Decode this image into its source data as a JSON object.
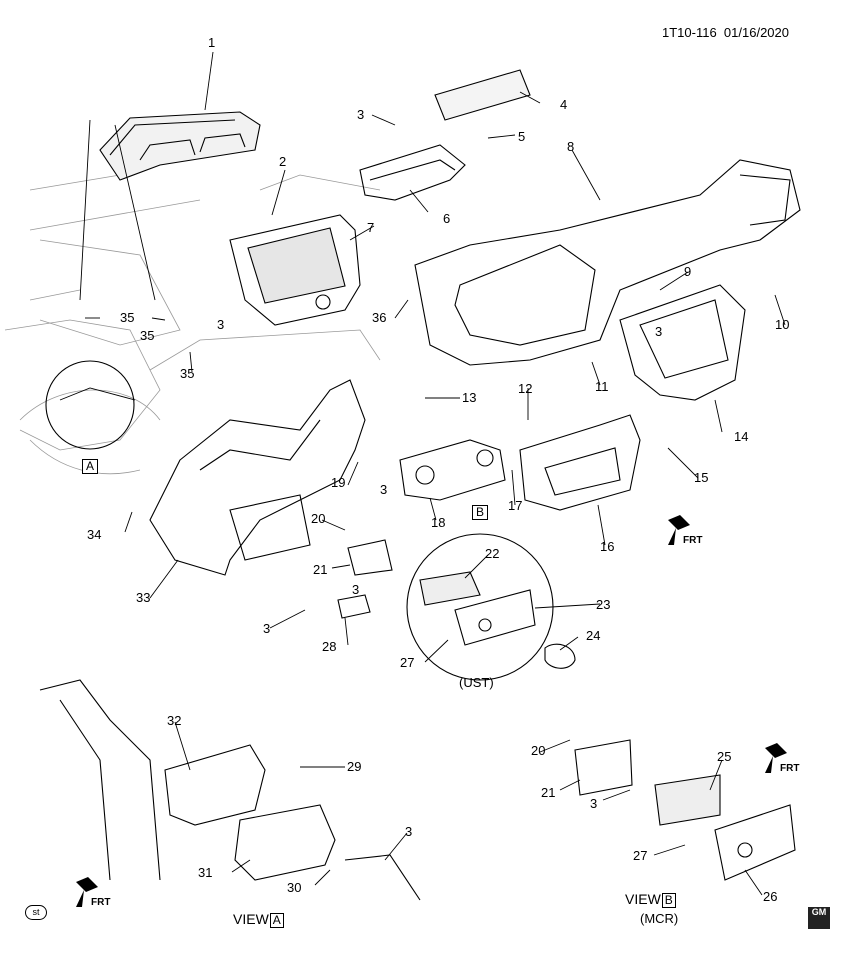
{
  "header": {
    "code": "1T10-116",
    "date": "01/16/2020"
  },
  "callouts": [
    "1",
    "2",
    "3",
    "3",
    "3",
    "3",
    "3",
    "3",
    "3",
    "3",
    "4",
    "5",
    "6",
    "7",
    "8",
    "9",
    "10",
    "11",
    "12",
    "13",
    "14",
    "15",
    "16",
    "17",
    "18",
    "19",
    "20",
    "20",
    "21",
    "21",
    "22",
    "23",
    "24",
    "25",
    "26",
    "27",
    "27",
    "28",
    "29",
    "30",
    "31",
    "32",
    "33",
    "34",
    "35",
    "35",
    "35",
    "36"
  ],
  "views": {
    "a": {
      "label": "VIEW",
      "box": "A"
    },
    "b": {
      "label": "VIEW",
      "box": "B",
      "variant": "(MCR)"
    },
    "b_detail": {
      "box": "B",
      "variant": "(UST)"
    },
    "a_detail": {
      "box": "A"
    }
  },
  "frt_label": "FRT",
  "st_label": "st",
  "gm_badge": "GM"
}
